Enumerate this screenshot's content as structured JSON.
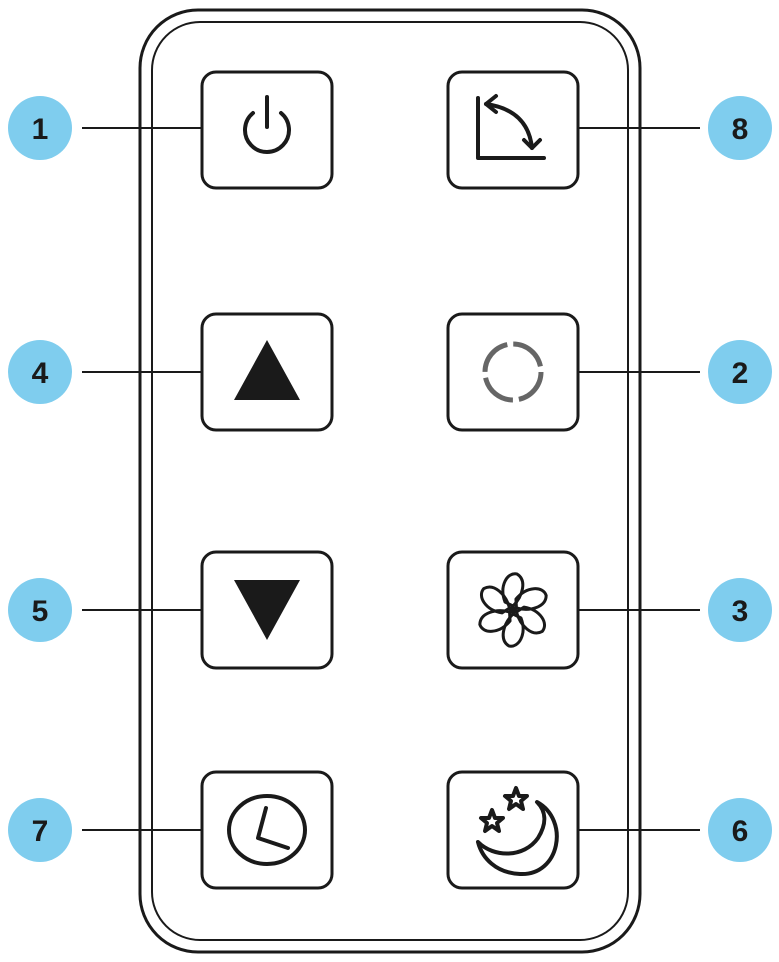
{
  "colors": {
    "outline": "#1a1a1a",
    "callout_fill": "#7fcdee",
    "background": "#ffffff"
  },
  "remote": {
    "buttons": [
      {
        "id": "power",
        "icon": "power-icon",
        "callout": "1"
      },
      {
        "id": "oscillation",
        "icon": "oscillation-icon",
        "callout": "8"
      },
      {
        "id": "up",
        "icon": "up-arrow-icon",
        "callout": "4"
      },
      {
        "id": "mode",
        "icon": "mode-circle-icon",
        "callout": "2"
      },
      {
        "id": "down",
        "icon": "down-arrow-icon",
        "callout": "5"
      },
      {
        "id": "fan",
        "icon": "fan-icon",
        "callout": "3"
      },
      {
        "id": "timer",
        "icon": "clock-icon",
        "callout": "7"
      },
      {
        "id": "sleep",
        "icon": "moon-stars-icon",
        "callout": "6"
      }
    ]
  }
}
